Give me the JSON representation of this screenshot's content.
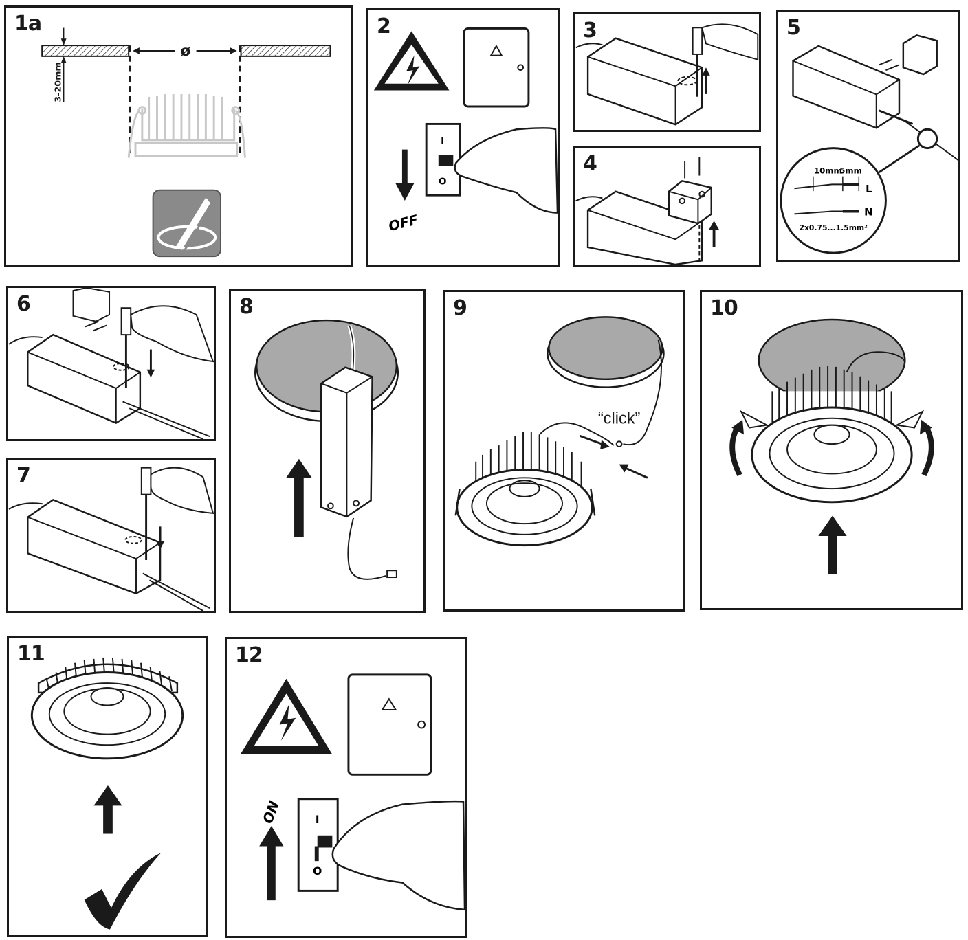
{
  "steps": [
    {
      "number": "1a",
      "labels": {
        "diameter": "ø",
        "depth": "3-20mm"
      }
    },
    {
      "number": "2",
      "labels": {
        "off": "OFF",
        "switch_on": "I",
        "switch_off": "O"
      }
    },
    {
      "number": "3"
    },
    {
      "number": "4"
    },
    {
      "number": "5",
      "labels": {
        "strip_10": "10mm",
        "strip_5": "5mm",
        "live": "L",
        "neutral": "N",
        "wire_size": "2x0.75...1.5mm²"
      }
    },
    {
      "number": "6"
    },
    {
      "number": "7"
    },
    {
      "number": "8"
    },
    {
      "number": "9",
      "labels": {
        "click": "“click”"
      }
    },
    {
      "number": "10"
    },
    {
      "number": "11"
    },
    {
      "number": "12",
      "labels": {
        "on": "ON",
        "switch_on": "I",
        "switch_off": "O"
      }
    }
  ],
  "colors": {
    "line": "#1a1a1a",
    "ceiling_gray": "#a9a9a9",
    "tool_icon_bg": "#8a8a8a",
    "light_gray": "#c8c8c8"
  }
}
